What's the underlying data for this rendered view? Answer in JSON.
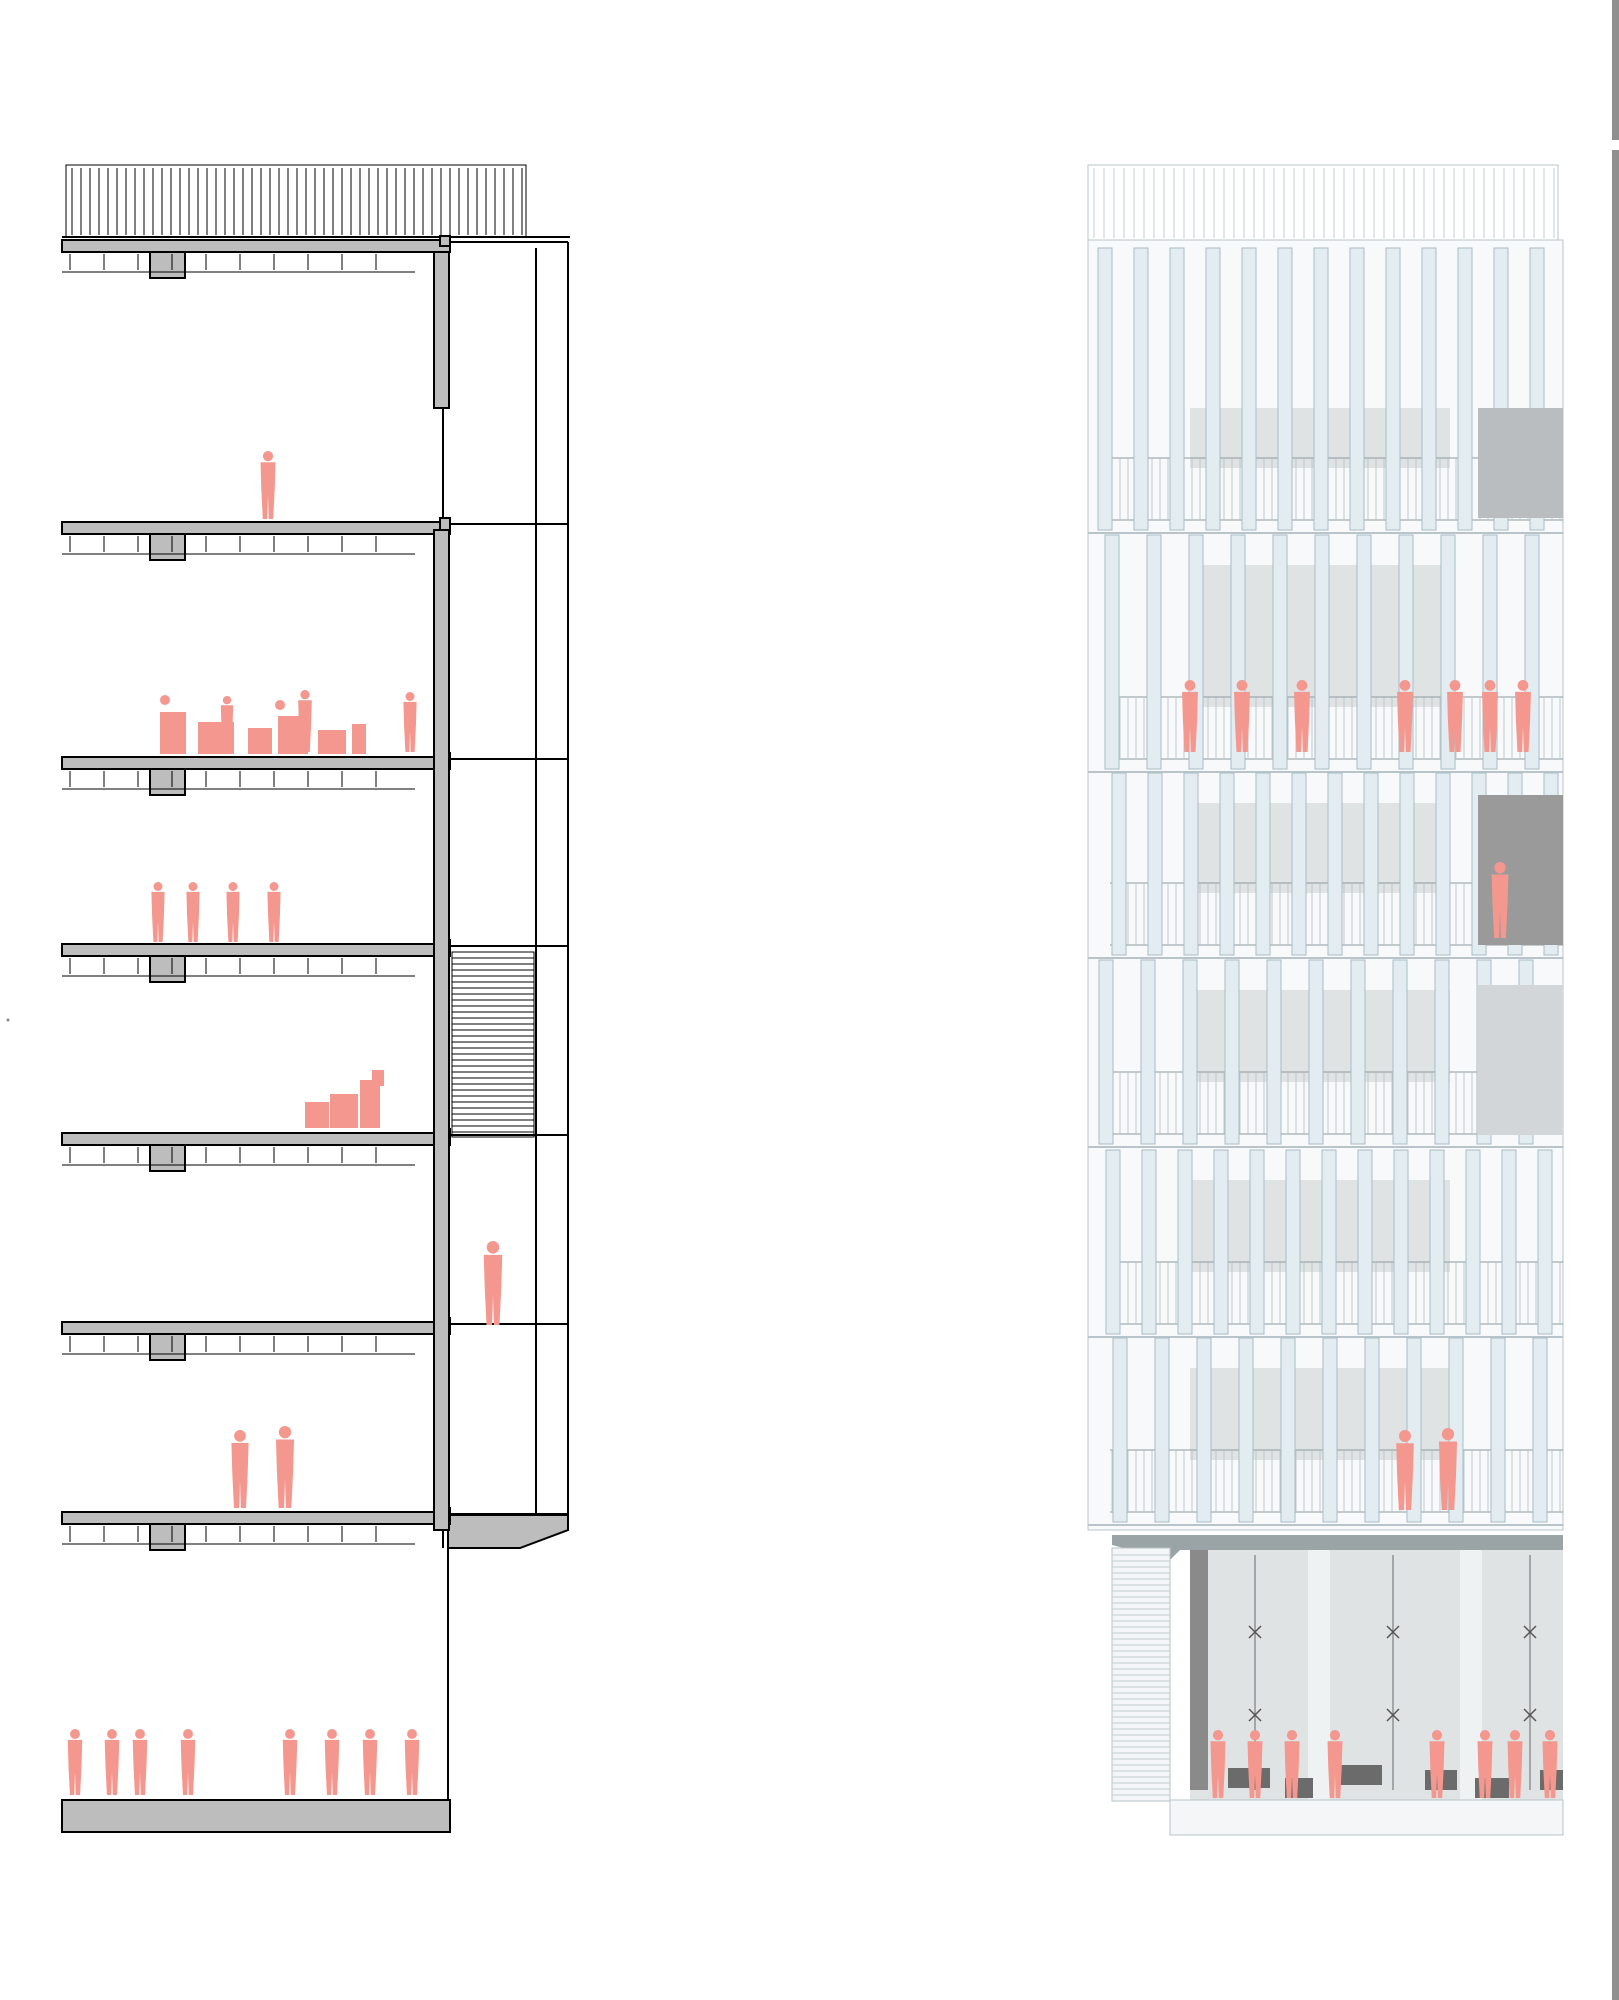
{
  "drawings": [
    {
      "kind": "building-section",
      "floors": 8,
      "people_color": "#f4978e"
    },
    {
      "kind": "building-elevation",
      "floors": 8,
      "fin_color": "#e3edf1"
    }
  ],
  "colors": {
    "people": "#f4978e",
    "slab": "#bdbdbd",
    "line": "#000000",
    "concrete": "#dfe3e4",
    "fin": "#e3edf1"
  }
}
